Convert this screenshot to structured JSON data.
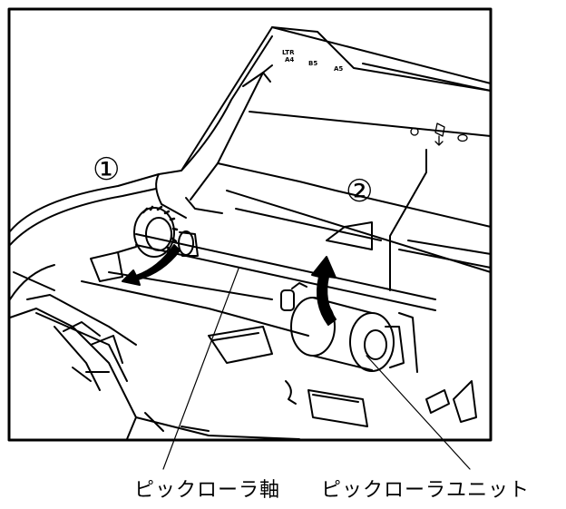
{
  "figure": {
    "step_1": "①",
    "step_2": "②",
    "tray_marks": [
      "LTR",
      "A4",
      "B5",
      "A5"
    ],
    "icon_names": [
      "lock-icon",
      "feed-arrow-icon",
      "unlock-icon"
    ]
  },
  "labels": {
    "pick_roller_shaft": "ピックローラ軸",
    "pick_roller_unit": "ピックローラユニット"
  }
}
